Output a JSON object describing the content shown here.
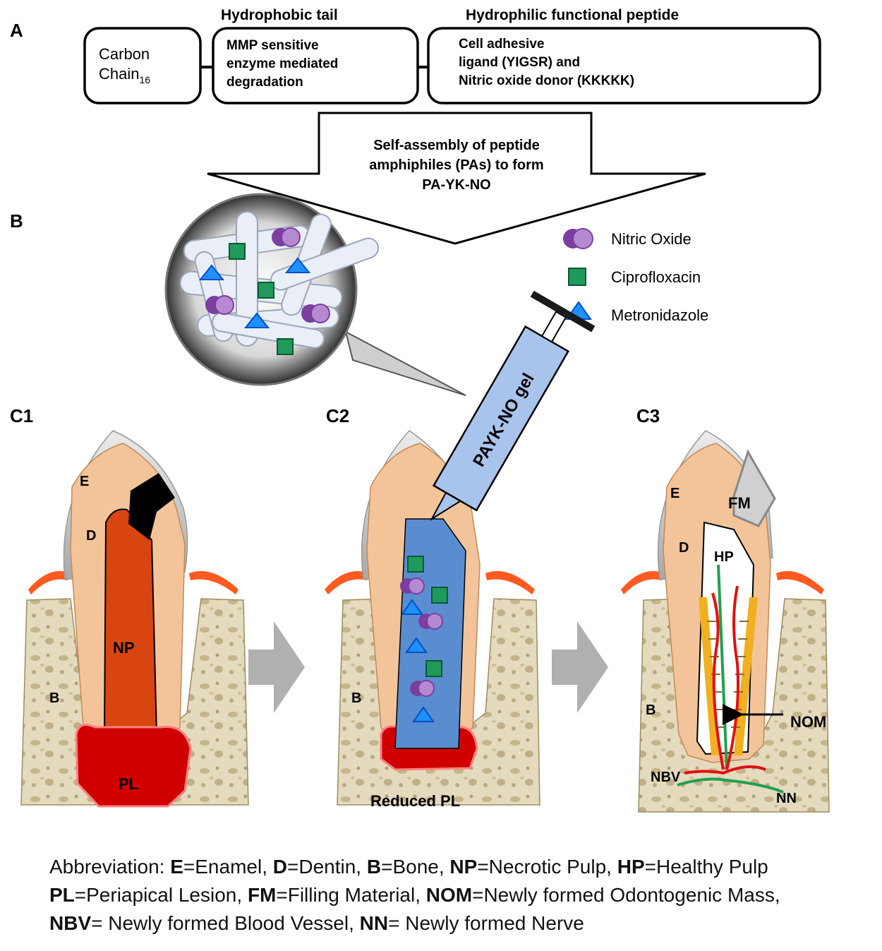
{
  "panel_labels": {
    "a": "A",
    "b": "B",
    "c1": "C1",
    "c2": "C2",
    "c3": "C3"
  },
  "schematic": {
    "hydrophobic_header": "Hydrophobic tail",
    "hydrophilic_header": "Hydrophilic functional peptide",
    "carbon_chain_label": "Carbon",
    "carbon_chain_word": "Chain",
    "carbon_chain_subscript": "16",
    "mmp_box": [
      "MMP sensitive",
      "enzyme mediated",
      "degradation"
    ],
    "ligand_box": [
      "Cell adhesive",
      "ligand (YIGSR) and",
      "Nitric oxide donor (KKKKK)"
    ],
    "arrow_text": [
      "Self-assembly of peptide",
      "amphiphiles (PAs) to form",
      "PA-YK-NO"
    ]
  },
  "legend": [
    {
      "label": "Nitric Oxide",
      "icon": "nitric-oxide-icon",
      "color": "#7b3fa0"
    },
    {
      "label": "Ciprofloxacin",
      "icon": "ciprofloxacin-icon",
      "color": "#1f9a5a"
    },
    {
      "label": "Metronidazole",
      "icon": "metronidazole-icon",
      "color": "#1e90ff"
    }
  ],
  "syringe_label": "PAYK-NO gel",
  "tooth_labels": {
    "c1": {
      "e": "E",
      "d": "D",
      "np": "NP",
      "b": "B",
      "pl": "PL"
    },
    "c2": {
      "b": "B",
      "reduced_pl": "Reduced PL"
    },
    "c3": {
      "e": "E",
      "fm": "FM",
      "d": "D",
      "hp": "HP",
      "b": "B",
      "nom": "NOM",
      "nbv": "NBV",
      "nn": "NN"
    }
  },
  "caption": {
    "prefix": "Abbreviation: ",
    "line1": [
      {
        "k": "E",
        "v": "=Enamel, "
      },
      {
        "k": "D",
        "v": "=Dentin, "
      },
      {
        "k": "B",
        "v": "=Bone, "
      },
      {
        "k": "NP",
        "v": "=Necrotic Pulp, "
      },
      {
        "k": "HP",
        "v": "=Healthy Pulp"
      }
    ],
    "line2": [
      {
        "k": "PL",
        "v": "=Periapical Lesion, "
      },
      {
        "k": "FM",
        "v": "=Filling Material, "
      },
      {
        "k": "NOM",
        "v": "=Newly formed Odontogenic Mass,"
      }
    ],
    "line3": [
      {
        "k": "NBV",
        "v": "= Newly formed Blood Vessel, "
      },
      {
        "k": "NN",
        "v": "= Newly formed Nerve"
      }
    ]
  },
  "colors": {
    "enamel": "#c8c8c8",
    "dentin": "#f3c49a",
    "necrotic_pulp": "#d84510",
    "lesion": "#d00000",
    "bone": "#e2d8bb",
    "gel": "#5a8cd0",
    "syringe": "#a9c4ec",
    "gum": "#ff5a1f",
    "gray_arrow": "#b0b0b0",
    "vessel": "#e01010",
    "nerve": "#20a050",
    "odontogenic": "#f0b020"
  }
}
